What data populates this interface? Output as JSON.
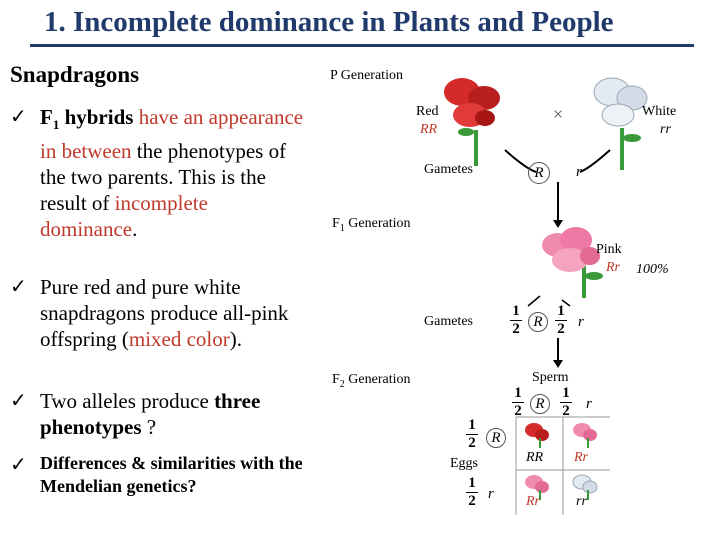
{
  "title": "1. Incomplete dominance in Plants and People",
  "subhead": "Snapdragons",
  "bullets": {
    "b1": {
      "part1": "F",
      "sub": "1",
      "part2": " hybrids",
      "part3": " have an ",
      "part4": "appearance in between",
      "part5": " the phenotypes of the two parents. This is the result of ",
      "part6": "incomplete dominance",
      "part7": "."
    },
    "b2": {
      "part1": "Pure red and pure white snapdragons produce all-pink offspring (",
      "part2": "mixed color",
      "part3": ")."
    },
    "b3": {
      "part1": "Two alleles produce ",
      "part2": "three phenotypes",
      "part3": " ?"
    },
    "b4": {
      "text": "Differences & similarities with the Mendelian genetics?"
    }
  },
  "diagram": {
    "p_generation": "P Generation",
    "red_label": "Red",
    "red_genotype": "RR",
    "white_label": "White",
    "white_genotype": "rr",
    "cross_symbol": "×",
    "gametes1": "Gametes",
    "allele_R": "R",
    "allele_r": "r",
    "f1_label": "F",
    "f1_sub": "1",
    "f1_rest": " Generation",
    "pink_label": "Pink",
    "pink_genotype": "Rr",
    "pink_percent": "100%",
    "gametes2": "Gametes",
    "half_num": "1",
    "half_den": "2",
    "f2_label": "F",
    "f2_sub": "2",
    "f2_rest": " Generation",
    "sperm": "Sperm",
    "eggs": "Eggs",
    "cell_RR": "RR",
    "cell_Rr_top": "Rr",
    "cell_Rr_bottom": "Rr",
    "cell_rr": "rr"
  },
  "colors": {
    "title": "#1f3a6b",
    "red_text": "#c0392b",
    "red_flower": "#d42a2a",
    "white_flower": "#dfe6ee",
    "pink_flower": "#f08bb0",
    "leaf": "#3a9a3a"
  }
}
